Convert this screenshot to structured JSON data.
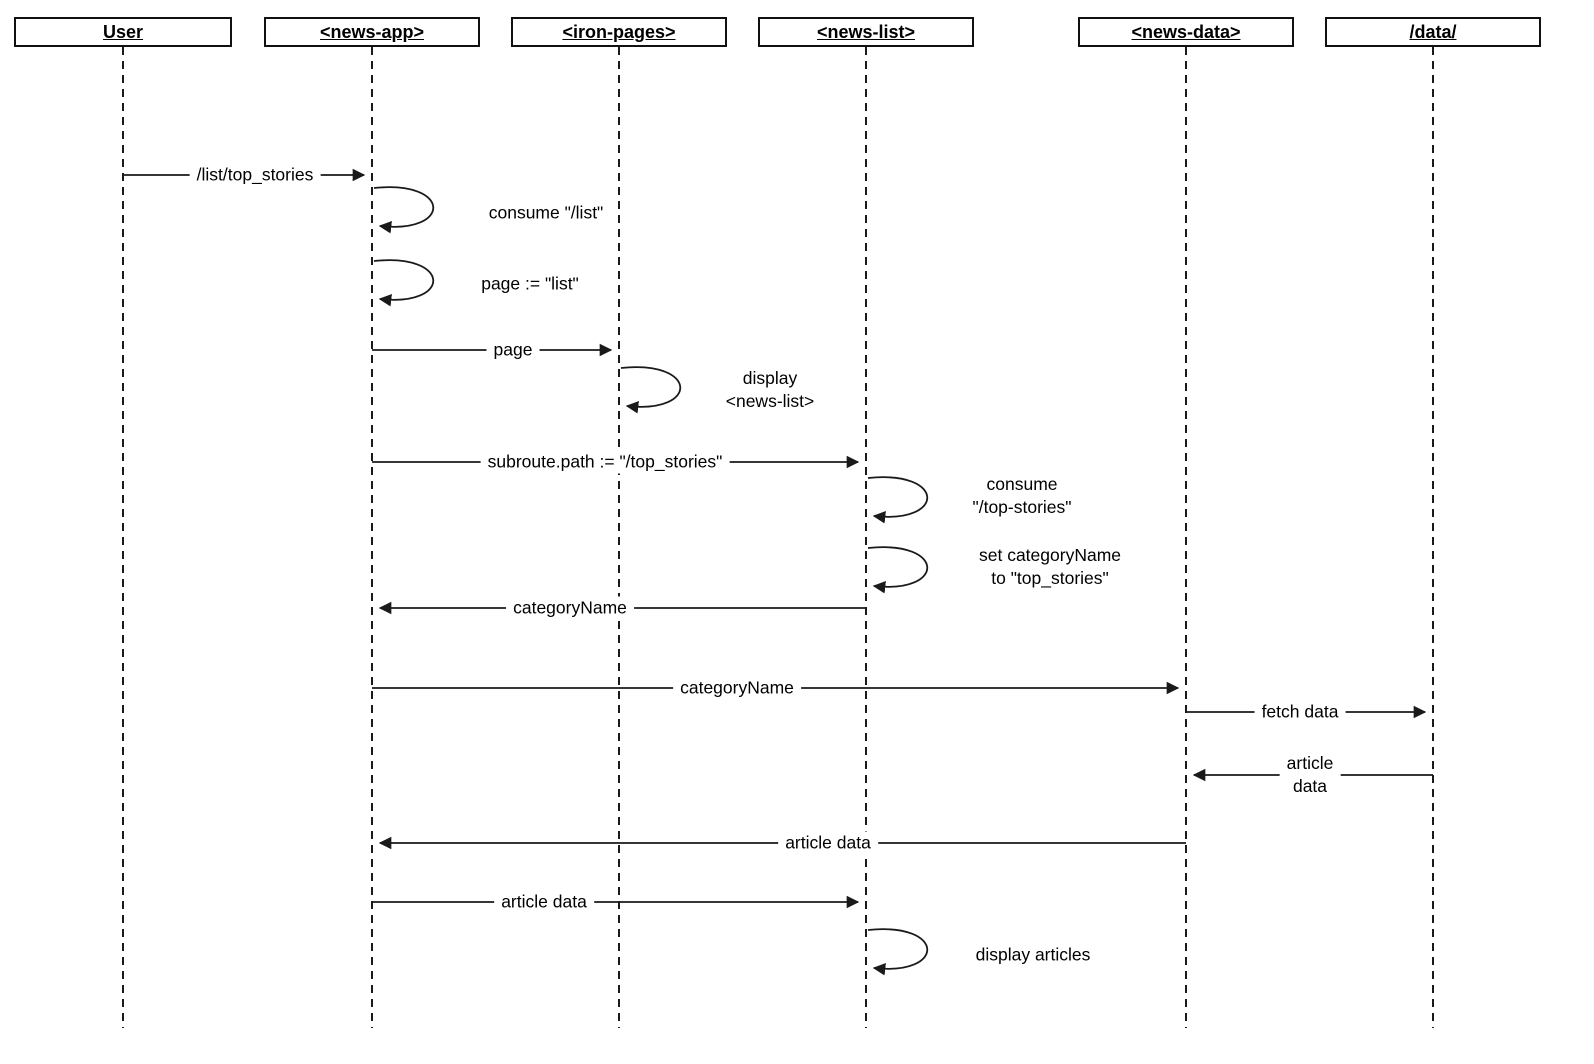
{
  "diagram": {
    "type": "uml-sequence-diagram",
    "colors": {
      "background": "#ffffff",
      "stroke": "#1a1a1a",
      "text": "#000000"
    },
    "actors": [
      {
        "id": "user",
        "label": "User"
      },
      {
        "id": "news-app",
        "label": "<news-app>"
      },
      {
        "id": "iron-pages",
        "label": "<iron-pages>"
      },
      {
        "id": "news-list",
        "label": "<news-list>"
      },
      {
        "id": "news-data",
        "label": "<news-data>"
      },
      {
        "id": "data",
        "label": "/data/"
      }
    ],
    "messages": [
      {
        "from": "User",
        "to": "news-app",
        "kind": "message",
        "label": "/list/top_stories"
      },
      {
        "from": "news-app",
        "to": "news-app",
        "kind": "self",
        "label": "consume \"/list\""
      },
      {
        "from": "news-app",
        "to": "news-app",
        "kind": "self",
        "label": "page := \"list\""
      },
      {
        "from": "news-app",
        "to": "iron-pages",
        "kind": "message",
        "label": "page"
      },
      {
        "from": "iron-pages",
        "to": "iron-pages",
        "kind": "self",
        "label": "display\n<news-list>"
      },
      {
        "from": "news-app",
        "to": "news-list",
        "kind": "message",
        "label": "subroute.path := \"/top_stories\""
      },
      {
        "from": "news-list",
        "to": "news-list",
        "kind": "self",
        "label": "consume\n\"/top-stories\""
      },
      {
        "from": "news-list",
        "to": "news-list",
        "kind": "self",
        "label": "set categoryName\nto \"top_stories\""
      },
      {
        "from": "news-list",
        "to": "news-app",
        "kind": "message",
        "label": "categoryName"
      },
      {
        "from": "news-app",
        "to": "news-data",
        "kind": "message",
        "label": "categoryName"
      },
      {
        "from": "news-data",
        "to": "data",
        "kind": "message",
        "label": "fetch data"
      },
      {
        "from": "data",
        "to": "news-data",
        "kind": "message",
        "label": "article\ndata"
      },
      {
        "from": "news-data",
        "to": "news-app",
        "kind": "message",
        "label": "article data"
      },
      {
        "from": "news-app",
        "to": "news-list",
        "kind": "message",
        "label": "article data"
      },
      {
        "from": "news-list",
        "to": "news-list",
        "kind": "self",
        "label": "display articles"
      }
    ]
  }
}
